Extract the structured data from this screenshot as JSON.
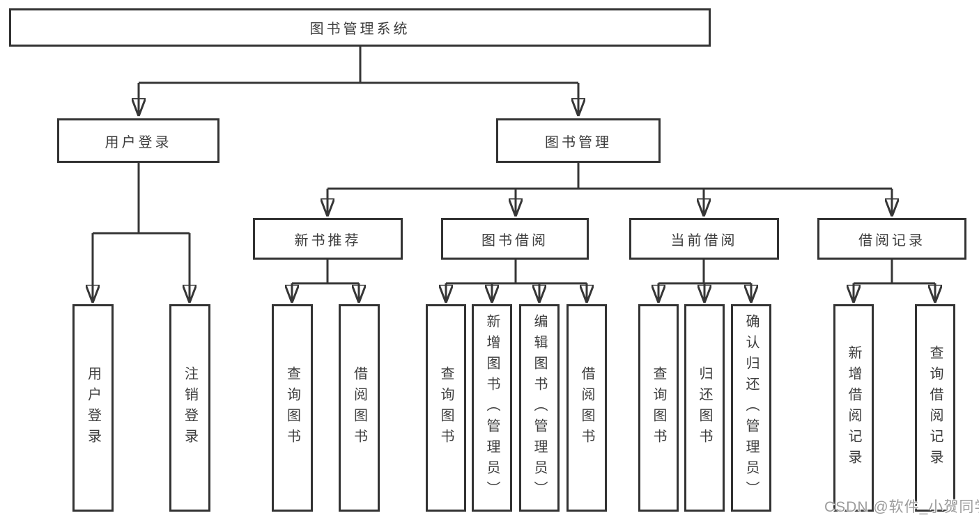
{
  "nodes": {
    "root": "图书管理系统",
    "level2": {
      "login": "用户登录",
      "management": "图书管理"
    },
    "level3": {
      "recommend": "新书推荐",
      "borrow": "图书借阅",
      "current": "当前借阅",
      "records": "借阅记录"
    },
    "leaves": {
      "login": [
        "用户登录",
        "注销登录"
      ],
      "recommend": [
        "查询图书",
        "借阅图书"
      ],
      "borrow": [
        "查询图书",
        "新增图书（管理员）",
        "编辑图书（管理员）",
        "借阅图书"
      ],
      "current": [
        "查询图书",
        "归还图书",
        "确认归还（管理员）"
      ],
      "records": [
        "新增借阅记录",
        "查询借阅记录"
      ]
    }
  },
  "watermark": "CSDN @软件_小贺同学",
  "colors": {
    "line": "#363636",
    "border": "#333333",
    "text": "#3d3d3d",
    "watermark": "#9c9c9c",
    "background": "#ffffff"
  }
}
